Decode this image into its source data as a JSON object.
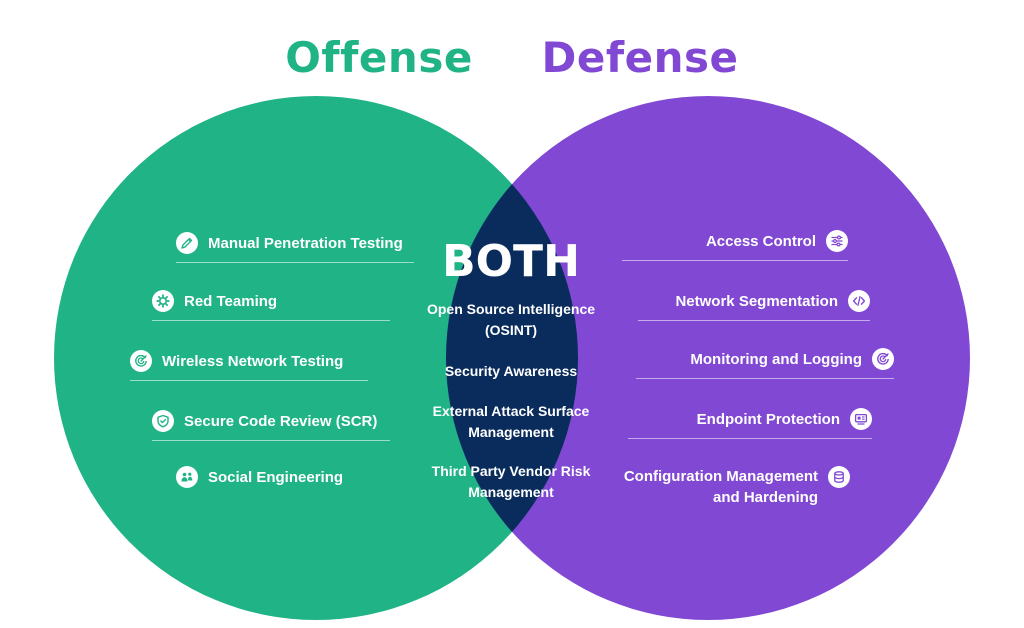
{
  "headings": {
    "offense": "Offense",
    "defense": "Defense",
    "both": "BOTH"
  },
  "colors": {
    "offense": "#1fb386",
    "defense": "#8148d4",
    "both": "#092c5c",
    "offense_text": "#1fb386",
    "defense_text": "#8148d4"
  },
  "offense_items": [
    {
      "label": "Manual Penetration Testing",
      "icon": "edit-icon"
    },
    {
      "label": "Red Teaming",
      "icon": "gear-icon"
    },
    {
      "label": "Wireless Network Testing",
      "icon": "radar-icon"
    },
    {
      "label": "Secure Code Review (SCR)",
      "icon": "shield-icon"
    },
    {
      "label": "Social Engineering",
      "icon": "people-icon"
    }
  ],
  "defense_items": [
    {
      "label": "Access Control",
      "icon": "sliders-icon"
    },
    {
      "label": "Network Segmentation",
      "icon": "code-icon"
    },
    {
      "label": "Monitoring and Logging",
      "icon": "radar-icon"
    },
    {
      "label": "Endpoint Protection",
      "icon": "device-icon"
    },
    {
      "label": "Configuration Management and Hardening",
      "icon": "database-icon"
    }
  ],
  "both_items": [
    "Open Source Intelligence (OSINT)",
    "Security Awareness",
    "External Attack Surface Management",
    "Third Party Vendor Risk Management"
  ]
}
